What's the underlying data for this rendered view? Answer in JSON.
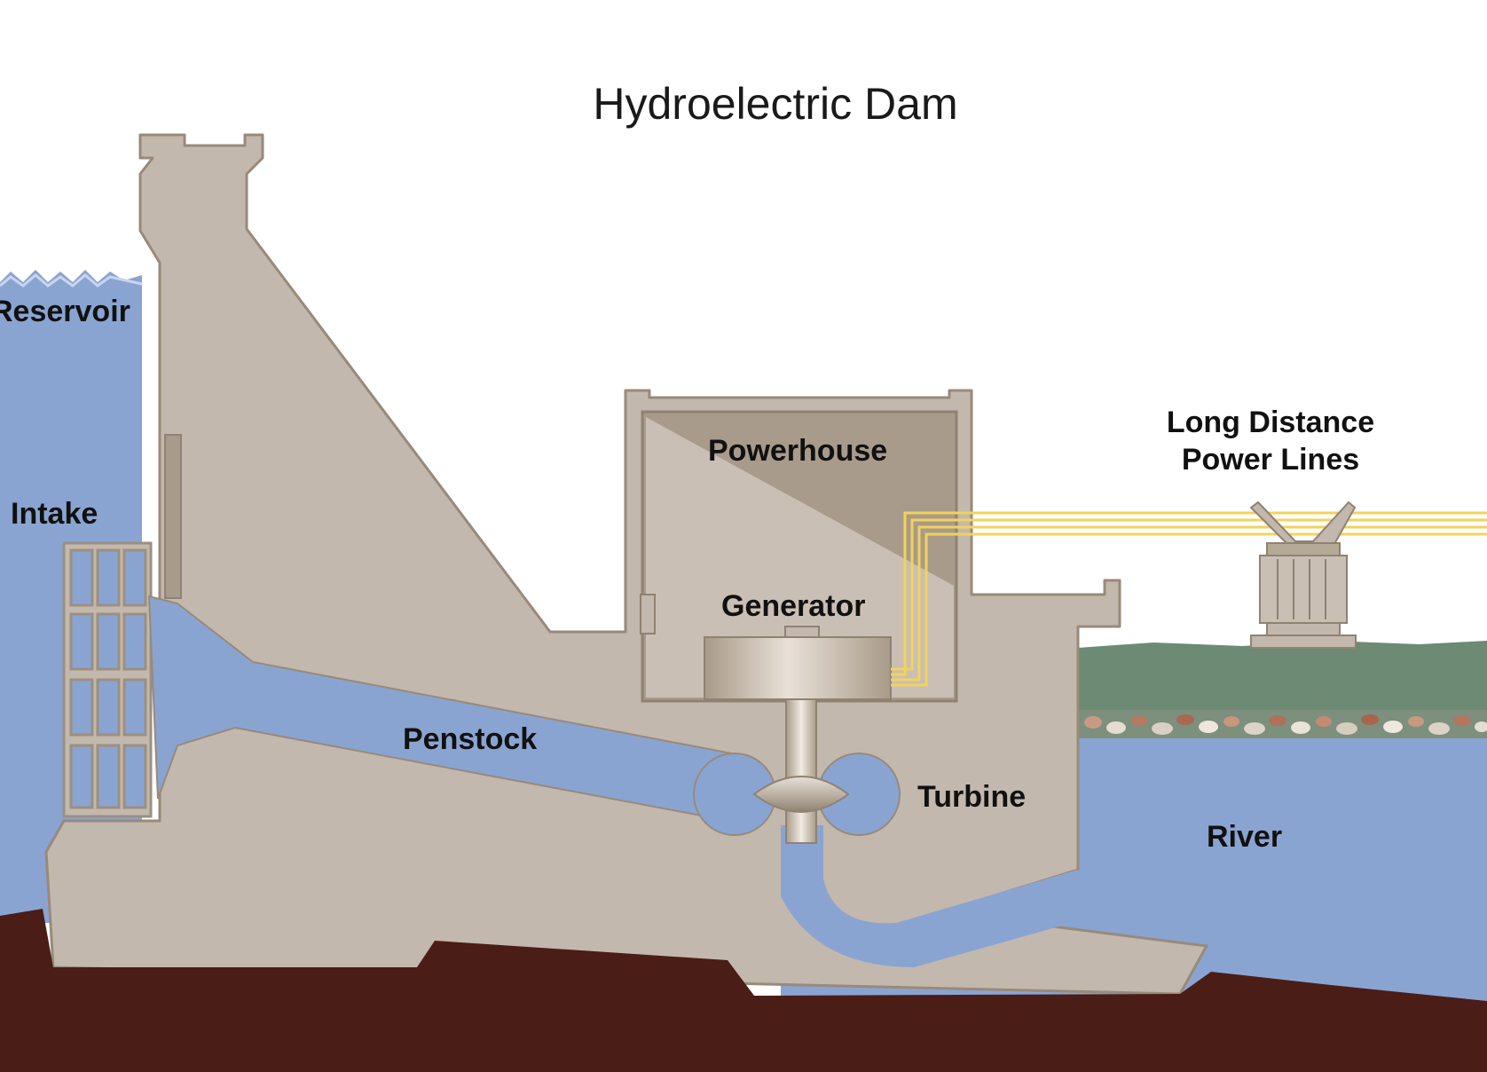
{
  "title": "Hydroelectric Dam",
  "labels": {
    "reservoir": "Reservoir",
    "intake": "Intake",
    "powerhouse": "Powerhouse",
    "generator": "Generator",
    "penstock": "Penstock",
    "turbine": "Turbine",
    "river": "River",
    "power_lines_line1": "Long Distance",
    "power_lines_line2": "Power Lines"
  },
  "colors": {
    "water": "#8aa4d2",
    "concrete": "#c3b8ad",
    "concrete_dark": "#a39686",
    "bedrock": "#4a1d16",
    "grass": "#6d8a74",
    "power_lines": "#f2d35a"
  }
}
